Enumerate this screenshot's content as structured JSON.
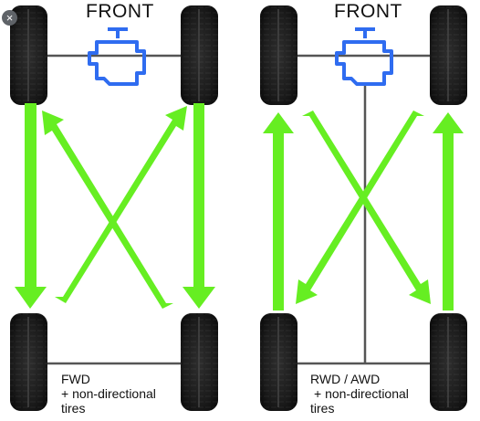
{
  "ui": {
    "close_icon": "×"
  },
  "panels": [
    {
      "title": "FRONT",
      "caption": [
        "FWD",
        "+ non-directional",
        "tires"
      ]
    },
    {
      "title": "FRONT",
      "caption": [
        "RWD / AWD",
        "+ non-directional",
        "tires"
      ]
    }
  ],
  "colors": {
    "arrow": "#66ee22",
    "engine": "#2f6cf0",
    "axle": "#555555",
    "tire": "#1a1a1a"
  }
}
